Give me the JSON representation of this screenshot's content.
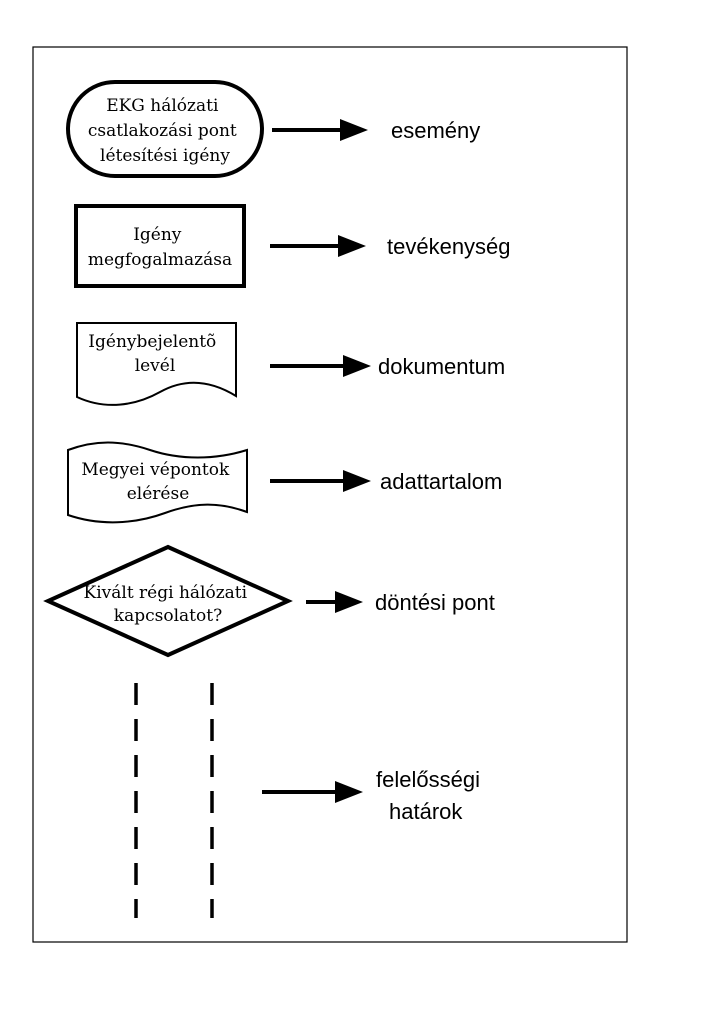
{
  "legend": {
    "event": {
      "shape_lines": [
        "EKG hálózati",
        "csatlakozási pont",
        "létesítési igény"
      ],
      "label": "esemény"
    },
    "activity": {
      "shape_lines": [
        "Igény",
        "megfogalmazása"
      ],
      "label": "tevékenység"
    },
    "document": {
      "shape_lines": [
        "Igénybejelentõ",
        "levél"
      ],
      "label": "dokumentum"
    },
    "data_content": {
      "shape_lines": [
        "Megyei vépontok",
        "elérése"
      ],
      "label": "adattartalom"
    },
    "decision": {
      "shape_lines": [
        "Kivált régi hálózati",
        "kapcsolatot?"
      ],
      "label": "döntési pont"
    },
    "responsibility": {
      "label_lines": [
        "felelősségi",
        "határok"
      ]
    }
  },
  "colors": {
    "stroke": "#000000",
    "background": "#ffffff"
  }
}
